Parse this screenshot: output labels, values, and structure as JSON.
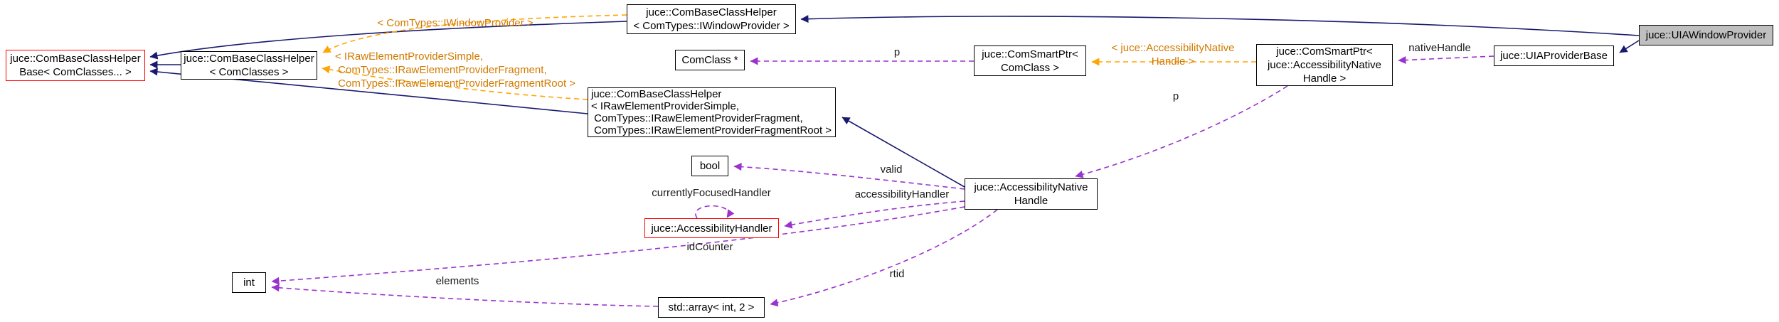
{
  "colors": {
    "inheritance_edge": "#191970",
    "usage_edge": "#9a32cd",
    "template_edge": "#ffa500",
    "main_node_fill": "#bfbfbf",
    "truncated_border": "#ff0000",
    "node_border": "#000000"
  },
  "nodes": {
    "base_helper": {
      "label": "juce::ComBaseClassHelper\nBase< ComClasses... >"
    },
    "helper_generic": {
      "label": "juce::ComBaseClassHelper\n< ComClasses >"
    },
    "helper_window_provider": {
      "label": "juce::ComBaseClassHelper\n< ComTypes::IWindowProvider >"
    },
    "com_class_ptr": {
      "label": "ComClass *"
    },
    "helper_fragment": {
      "label": "juce::ComBaseClassHelper\n< IRawElementProviderSimple,\n ComTypes::IRawElementProviderFragment,\n ComTypes::IRawElementProviderFragmentRoot >"
    },
    "smart_ptr_com_class": {
      "label": "juce::ComSmartPtr<\nComClass >"
    },
    "smart_ptr_native": {
      "label": "juce::ComSmartPtr<\njuce::AccessibilityNative\nHandle >"
    },
    "uia_provider_base": {
      "label": "juce::UIAProviderBase"
    },
    "uia_window_provider": {
      "label": "juce::UIAWindowProvider"
    },
    "bool": {
      "label": "bool"
    },
    "native_handle": {
      "label": "juce::AccessibilityNative\nHandle"
    },
    "accessibility_handler": {
      "label": "juce::AccessibilityHandler"
    },
    "int": {
      "label": "int"
    },
    "std_array": {
      "label": "std::array< int, 2 >"
    }
  },
  "edge_labels": {
    "window_provider_template": "< ComTypes::IWindowProvider >",
    "fragment_template": "< IRawElementProviderSimple,\n ComTypes::IRawElementProviderFragment,\n ComTypes::IRawElementProviderFragmentRoot >",
    "smart_ptr_template": "< juce::AccessibilityNative\nHandle >",
    "p_com_class": "p",
    "p_native": "p",
    "native_handle": "nativeHandle",
    "valid": "valid",
    "accessibility_handler": "accessibilityHandler",
    "currently_focused_handler": "currentlyFocusedHandler",
    "id_counter": "idCounter",
    "elements": "elements",
    "rtid": "rtid"
  }
}
